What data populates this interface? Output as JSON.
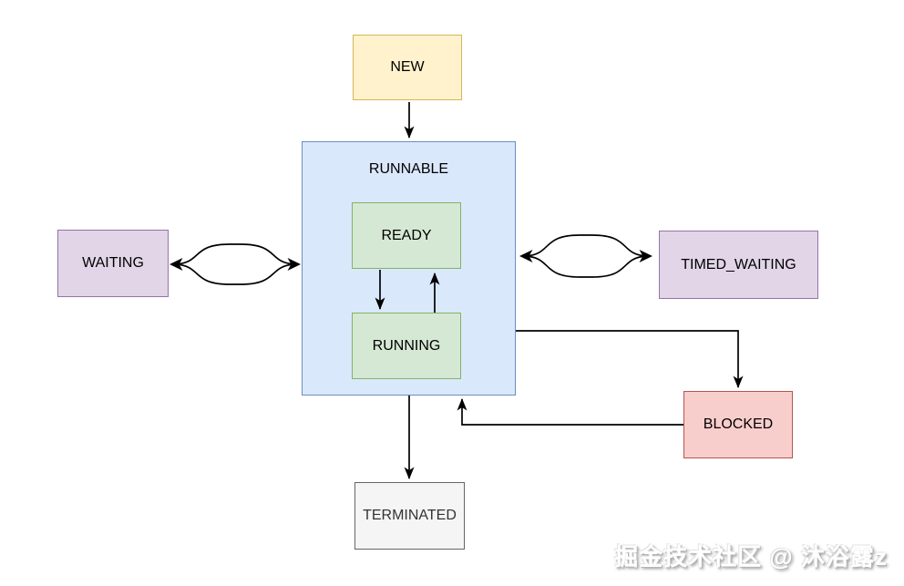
{
  "diagram": {
    "nodes": {
      "new": {
        "label": "NEW",
        "fill": "#fff2cc",
        "stroke": "#d6b656"
      },
      "runnable": {
        "label": "RUNNABLE",
        "fill": "#dae8fc",
        "stroke": "#6c8ebf"
      },
      "ready": {
        "label": "READY",
        "fill": "#d5e8d4",
        "stroke": "#82b366"
      },
      "running": {
        "label": "RUNNING",
        "fill": "#d5e8d4",
        "stroke": "#82b366"
      },
      "waiting": {
        "label": "WAITING",
        "fill": "#e1d5e7",
        "stroke": "#9673a6"
      },
      "timed_waiting": {
        "label": "TIMED_WAITING",
        "fill": "#e1d5e7",
        "stroke": "#9673a6"
      },
      "blocked": {
        "label": "BLOCKED",
        "fill": "#f8cecc",
        "stroke": "#b85450"
      },
      "terminated": {
        "label": "TERMINATED",
        "fill": "#f5f5f5",
        "stroke": "#666666",
        "text_color": "#333333"
      }
    },
    "edges": [
      {
        "from": "NEW",
        "to": "RUNNABLE",
        "type": "arrow"
      },
      {
        "from": "READY",
        "to": "RUNNING",
        "type": "arrow"
      },
      {
        "from": "RUNNING",
        "to": "READY",
        "type": "arrow"
      },
      {
        "from": "WAITING",
        "to": "RUNNABLE",
        "type": "bidirectional"
      },
      {
        "from": "RUNNABLE",
        "to": "TIMED_WAITING",
        "type": "bidirectional"
      },
      {
        "from": "RUNNABLE",
        "to": "BLOCKED",
        "type": "arrow"
      },
      {
        "from": "BLOCKED",
        "to": "RUNNABLE",
        "type": "arrow"
      },
      {
        "from": "RUNNABLE",
        "to": "TERMINATED",
        "type": "arrow"
      }
    ],
    "edge_color": "#000000",
    "background": "#ffffff",
    "watermark": {
      "text": "掘金技术社区 @ 沐浴露z"
    }
  }
}
